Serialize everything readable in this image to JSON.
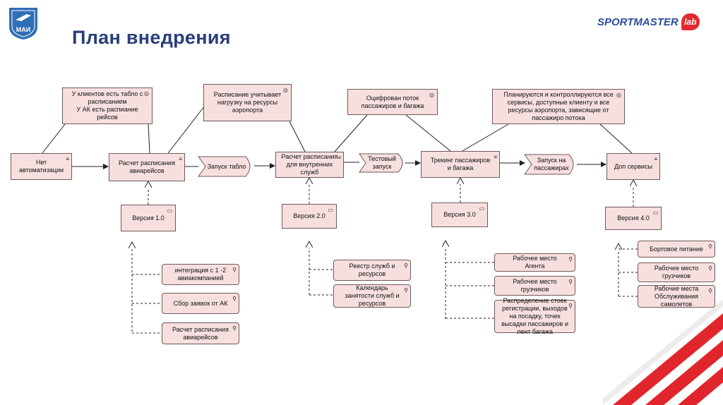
{
  "header": {
    "title": "План внедрения",
    "logo_left": "МАИ",
    "brand_name": "SPORTMASTER",
    "brand_lab": "lab"
  },
  "diagram": {
    "goals": {
      "g1": "У клиентов есть табло с расписанием\nУ АК есть распиание рейсов",
      "g2": "Расписание учитывает нагрузку на ресурсы аэропорта",
      "g3": "Оцифрован поток пассажиров и багажа",
      "g4": "Планируются и контроллируются все сервисы, доступные клиенту и все ресурсы аэропорта, зависящие от пассажиро потока"
    },
    "steps": {
      "s0": "Нет автоматизации",
      "s1": "Расчет расписания авиарейсов",
      "s2": "Расчет расписания для внутренних служб",
      "s3": "Трекинг пассажиров и багажа",
      "s4": "Доп сервисы"
    },
    "events": {
      "e1": "Запуск табло",
      "e2": "Тестовый запуск",
      "e3": "Запуск на пассажирах"
    },
    "versions": {
      "v1": "Версия 1.0",
      "v2": "Версия 2.0",
      "v3": "Версия 3.0",
      "v4": "Версия 4.0"
    },
    "features": {
      "v1": [
        "интеграция с 1 -2 авиакомпанией",
        "Сбор заявок от АК",
        "Расчет расписания авиарейсов"
      ],
      "v2": [
        "Реестр служб и ресурсов",
        "Календарь занятости служб и ресурсов"
      ],
      "v3": [
        "Рабочее место Агента",
        "Рабочее место грузчиков",
        "Распределение стоек регистрации, выходов на посадку, точек высадки пассажиров и лент багажа"
      ],
      "v4": [
        "Бортовое питание",
        "Рабочее место грузчиков",
        "Рабочие места Обслуживания самолетов"
      ]
    }
  }
}
